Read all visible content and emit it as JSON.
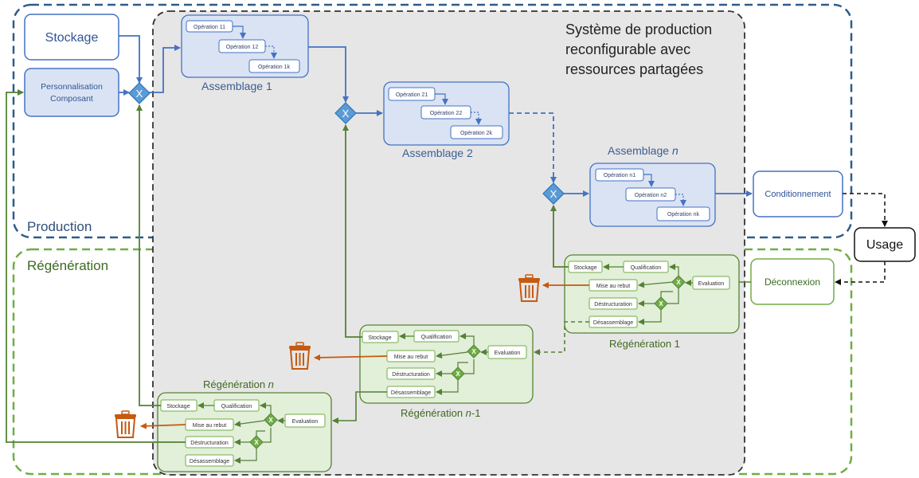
{
  "zones": {
    "production": "Production",
    "regeneration": "Régénération",
    "system_line1": "Système de production",
    "system_line2": "reconfigurable avec",
    "system_line3": "ressources partagées"
  },
  "inputs": {
    "stockage": "Stockage",
    "perso_line1": "Personnalisation",
    "perso_line2": "Composant"
  },
  "gateway_symbol": "X",
  "assemblages": [
    {
      "label_prefix": "Assemblage ",
      "label_index": "1",
      "ops": [
        "Opération 11",
        "Opération 12",
        "Opération 1k"
      ]
    },
    {
      "label_prefix": "Assemblage ",
      "label_index": "2",
      "ops": [
        "Opération 21",
        "Opération 22",
        "Opération 2k"
      ]
    },
    {
      "label_prefix": "Assemblage ",
      "label_index": "n",
      "ops": [
        "Opération n1",
        "Opération n2",
        "Opération nk"
      ]
    }
  ],
  "conditionnement": "Conditionnement",
  "usage": "Usage",
  "deconnexion": "Déconnexion",
  "regen_steps": {
    "stockage": "Stockage",
    "qualification": "Qualification",
    "mise_au_rebut": "Mise au rebut",
    "destructuration": "Déstructuration",
    "desassemblage": "Désassemblage",
    "evaluation": "Evaluation"
  },
  "regenerations": [
    {
      "label_prefix": "Régénération ",
      "label_index": "1"
    },
    {
      "label_prefix": "Régénération ",
      "label_index": "n",
      "label_suffix": "-1"
    },
    {
      "label_prefix": "Régénération ",
      "label_index": "n"
    }
  ],
  "colors": {
    "blue_dash": "#2e5c8a",
    "green_dash": "#70ad47",
    "blue_fill": "#dae3f3",
    "green_fill": "#e2efd9",
    "blue_arrow": "#4472c4",
    "green_arrow": "#538135",
    "orange_arrow": "#c55a11",
    "gray_fill": "#e7e6e6"
  }
}
